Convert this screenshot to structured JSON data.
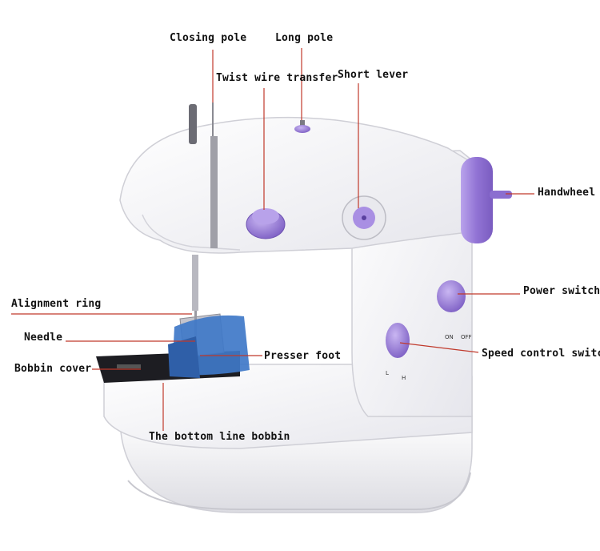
{
  "labels": {
    "closing_pole": "Closing pole",
    "long_pole": "Long pole",
    "twist_wire_transfer": "Twist wire transfer",
    "short_lever": "Short lever",
    "handwheel": "Handwheel",
    "power_switch": "Power switch",
    "speed_control_switch": "Speed control switch",
    "alignment_ring": "Alignment ring",
    "needle": "Needle",
    "presser_foot": "Presser foot",
    "bobbin_cover": "Bobbin cover",
    "bottom_line_bobbin": "The bottom line bobbin"
  },
  "switch_marks": {
    "on": "ON",
    "off": "OFF",
    "low": "L",
    "high": "H"
  },
  "colors": {
    "leader_line": "#c0392b",
    "body": "#f4f4f6",
    "accent_purple": "#9b7fd6",
    "base_shadow": "#d9d9df",
    "fabric": "#3f78c8"
  }
}
